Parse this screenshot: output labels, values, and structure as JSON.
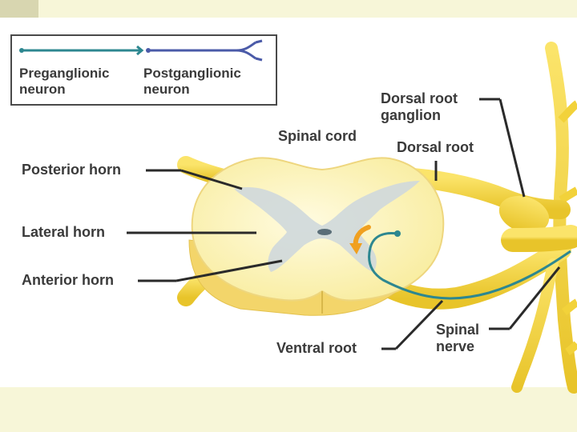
{
  "legend": {
    "preganglionic": {
      "line1": "Preganglionic",
      "line2": "neuron",
      "color": "#2d8790"
    },
    "postganglionic": {
      "line1": "Postganglionic",
      "line2": "neuron",
      "color": "#4a5aa8"
    }
  },
  "labels": {
    "dorsal_root_ganglion": {
      "line1": "Dorsal root",
      "line2": "ganglion"
    },
    "spinal_cord": "Spinal cord",
    "dorsal_root": "Dorsal root",
    "posterior_horn": "Posterior horn",
    "lateral_horn": "Lateral horn",
    "anterior_horn": "Anterior horn",
    "spinal_nerve": {
      "line1": "Spinal",
      "line2": "nerve"
    },
    "ventral_root": "Ventral root"
  },
  "colors": {
    "spinal_cord_fill": "#fcf4b8",
    "cord_edge": "#f0d878",
    "grey_matter": "#cfd8dc",
    "nerve": "#f2d23a",
    "arrow": "#f0a020",
    "leader_line": "#2a2a2a"
  }
}
